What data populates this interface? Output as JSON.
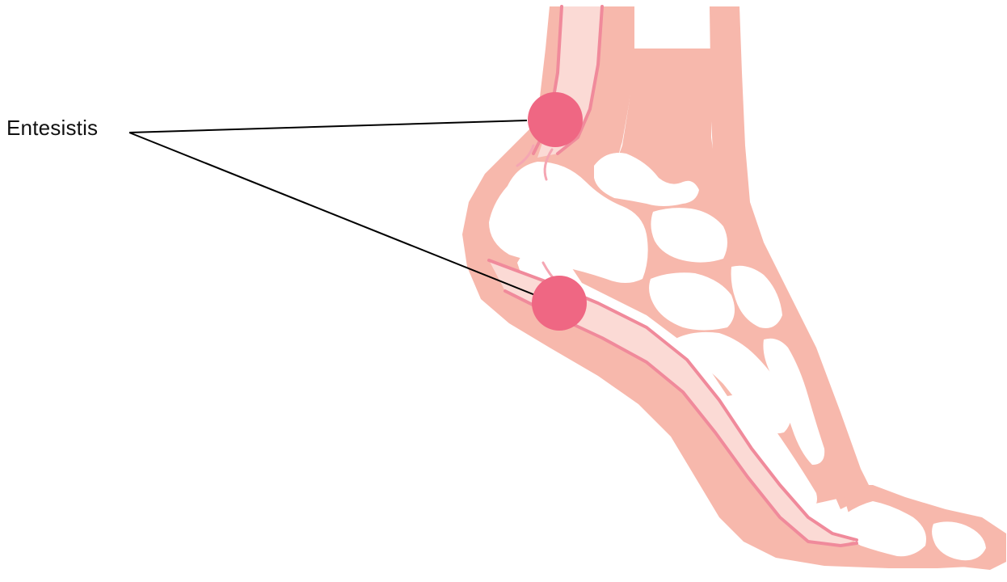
{
  "diagram": {
    "label": "Entesistis",
    "colors": {
      "tissue": "#F7B8AC",
      "tendon": "#FBDAD5",
      "tendon_line": "#F08A9B",
      "marker": "#EF6783",
      "leader": "#000000",
      "background": "#FFFFFF"
    },
    "icons": [
      "foot-diagram",
      "enthesitis-marker"
    ]
  }
}
